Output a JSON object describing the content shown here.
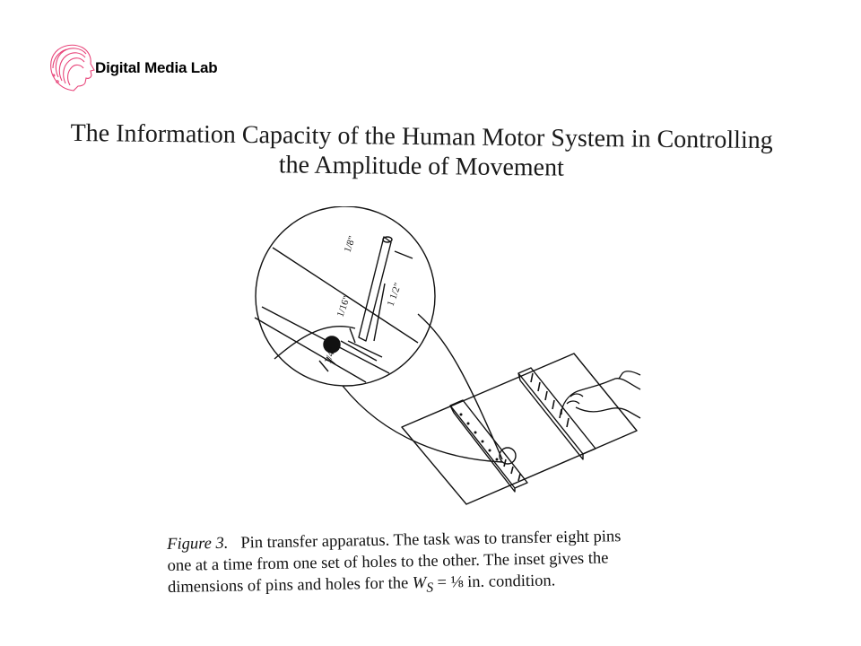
{
  "logo": {
    "name": "Digital Media Lab"
  },
  "paper": {
    "title_line1": "The Information Capacity of the Human Motor System in Controlling",
    "title_line2": "the Amplitude of Movement"
  },
  "figure": {
    "label": "Figure 3.",
    "dimension_pin_width": "1/8\"",
    "dimension_pin_length": "1 1/2\"",
    "dimension_clearance": "1/16\"",
    "dimension_hole": "1/4\"",
    "caption_line1": "Pin transfer apparatus. The task was to transfer eight pins",
    "caption_line2": "one at a time from one set of holes to the other. The inset gives the",
    "caption_line3_a": "dimensions of pins and holes for the ",
    "caption_formula": "W",
    "caption_subscript": "S",
    "caption_line3_b": " = ⅛ in. condition."
  }
}
